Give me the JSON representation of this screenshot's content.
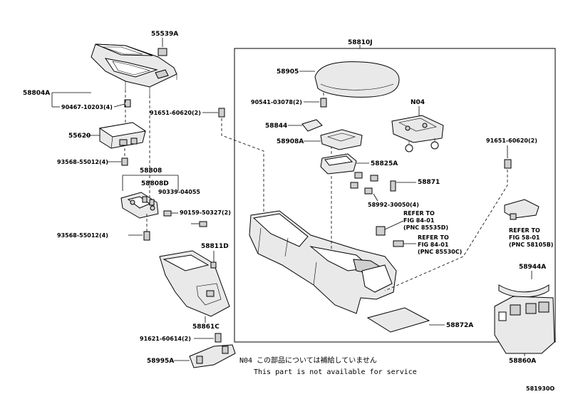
{
  "labels": {
    "p55539a": "55539A",
    "p58804a": "58804A",
    "p90467": "90467-10203(4)",
    "p55620": "55620",
    "p93568a": "93568-55012(4)",
    "p58808": "58808",
    "p58808d": "58808D",
    "p90339": "90339-04055",
    "p90159": "90159-50327(2)",
    "p93568b": "93568-55012(4)",
    "p58811d": "58811D",
    "p58861c": "58861C",
    "p91621": "91621-60614(2)",
    "p58995a": "58995A",
    "p91651a": "91651-60620(2)",
    "p58810j": "58810J",
    "p58905": "58905",
    "p90541": "90541-03078(2)",
    "pN04": "N04",
    "p58844": "58844",
    "p58908a": "58908A",
    "p58825a": "58825A",
    "p58871": "58871",
    "p58992": "58992-30050(4)",
    "p91651b": "91651-60620(2)",
    "p58944a": "58944A",
    "p58860a": "58860A",
    "p58872a": "58872A"
  },
  "references": {
    "ref1_l1": "REFER TO",
    "ref1_l2": "FIG 84-01",
    "ref1_l3": "(PNC 85535D)",
    "ref2_l1": "REFER TO",
    "ref2_l2": "FIG 84-01",
    "ref2_l3": "(PNC 85530C)",
    "ref3_l1": "REFER TO",
    "ref3_l2": "FIG 58-01",
    "ref3_l3": "(PNC 58105B)"
  },
  "notes": {
    "code": "N04",
    "jp": "この部品については補給していません",
    "en": "This part is not available for service",
    "figure_id": "581930O"
  }
}
